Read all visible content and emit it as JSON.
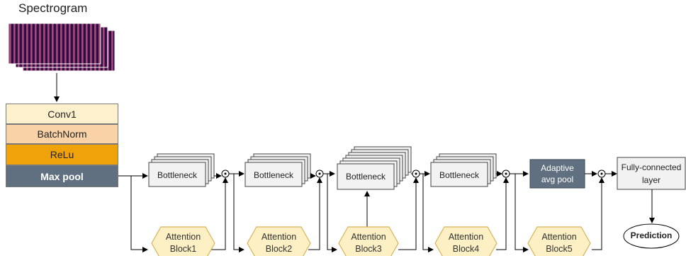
{
  "title": "Spectrogram",
  "stem": {
    "conv1": "Conv1",
    "batchnorm": "BatchNorm",
    "relu": "ReLu",
    "maxpool": "Max pool"
  },
  "bottlenecks": [
    "Bottleneck",
    "Bottleneck",
    "Bottleneck",
    "Bottleneck"
  ],
  "attention": [
    {
      "line1": "Attention",
      "line2": "Block1"
    },
    {
      "line1": "Attention",
      "line2": "Block2"
    },
    {
      "line1": "Attention",
      "line2": "Block3"
    },
    {
      "line1": "Attention",
      "line2": "Block4"
    },
    {
      "line1": "Attention",
      "line2": "Block5"
    }
  ],
  "pool": {
    "line1": "Adaptive",
    "line2": "avg pool"
  },
  "fc": {
    "line1": "Fully-connected",
    "line2": "layer"
  },
  "prediction": "Prediction",
  "colors": {
    "hex_fill": "#fdf0c4",
    "hex_stroke": "#d9b25a",
    "pool_fill": "#607080",
    "box_fill": "#f2f2f2",
    "relu_fill": "#f0a20a"
  }
}
